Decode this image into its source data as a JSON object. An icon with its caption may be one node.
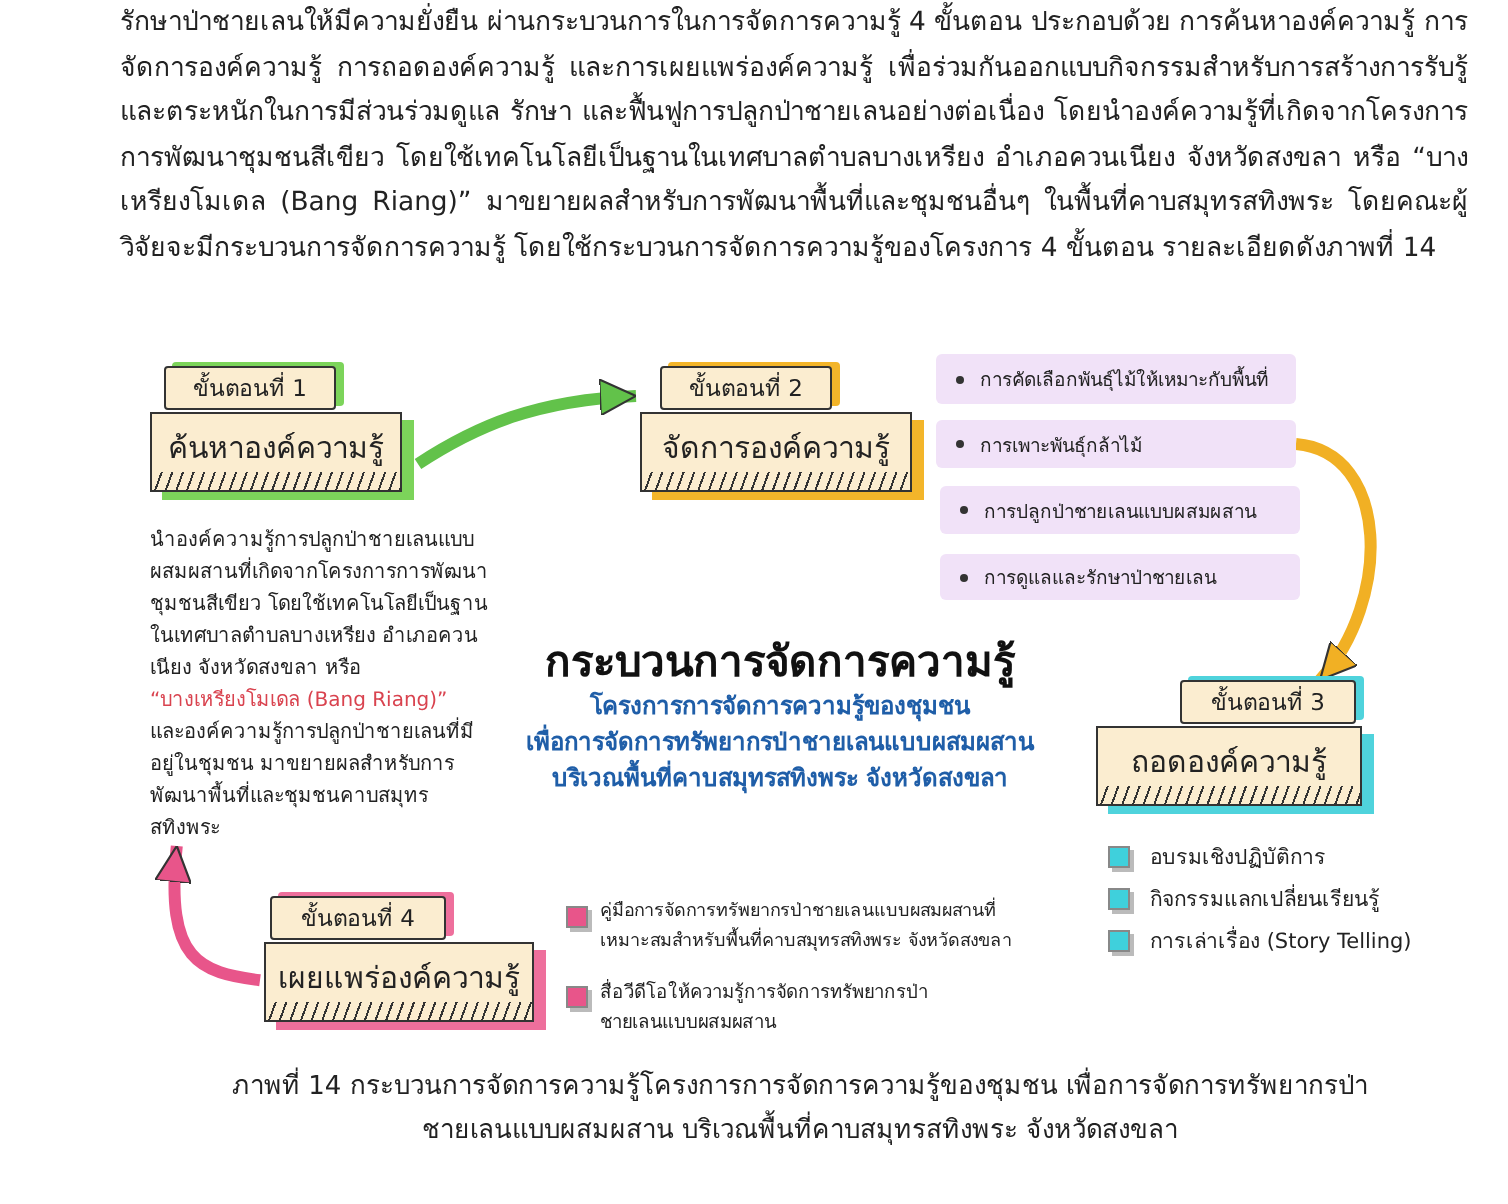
{
  "diagram": {
    "title": "กระบวนการจัดการความรู้",
    "caption": "ภาพที่ 14 กระบวนการจัดการความรู้โครงการการจัดการความรู้ของชุมชน เพื่อการจัดการทรัพยากรป่าชายเลนแบบผสมผสาน บริเวณพื้นที่คาบสมุทรสทิงพระ จังหวัดสงขลา",
    "nodes": [
      {
        "text": [
          "ขั้นตอนที่ 1",
          "ค้นหาองค์ความรู้"
        ],
        "beside": [
          "นำองค์ความรู้การปลูกป่าชายเลนแบบผสมผสานที่เกิดจากโครงการการพัฒนาชุมชนสีเขียว โดยใช้เทคโนโลยีเป็นฐานในเทศบาลตำบลบางเหรียง อำเภอควนเนียง จังหวัดสงขลา หรือ",
          "“บางเหรียงโมเดล (Bang Riang)”",
          "และองค์ความรู้การปลูกป่าชายเลนที่มีอยู่ในชุมชน มาขยายผลสำหรับการพัฒนาพื้นที่และชุมชนคาบสมุทรสทิงพระ"
        ]
      },
      {
        "text": [
          "ขั้นตอนที่ 2",
          "จัดการองค์ความรู้"
        ]
      },
      {
        "text": [
          "การคัดเลือกพันธุ์ไม้ให้เหมาะกับพื้นที่"
        ]
      },
      {
        "text": [
          "การเพาะพันธุ์กล้าไม้"
        ]
      },
      {
        "text": [
          "การปลูกป่าชายเลนแบบผสมผสาน"
        ]
      },
      {
        "text": [
          "การดูแลและรักษาป่าชายเลน"
        ]
      },
      {
        "text": [
          "ขั้นตอนที่ 3",
          "ถอดองค์ความรู้"
        ]
      },
      {
        "text": [
          "ขั้นตอนที่ 4",
          "เผยแพร่องค์ความรู้"
        ]
      }
    ],
    "edges": [
      {
        "from": 0,
        "to": 1,
        "arrow": "to",
        "color": "#62c24a"
      },
      {
        "from": 3,
        "to": 6,
        "arrow": "to",
        "color": "#f1b024"
      },
      {
        "from": 7,
        "to": 0,
        "arrow": "to",
        "color": "#e8558a"
      }
    ],
    "labels": [
      "รักษาป่าชายเลนให้มีความยั่งยืน ผ่านกระบวนการในการจัดการความรู้ 4 ขั้นตอน ประกอบด้วย การค้นหาองค์ความรู้ การจัดการองค์ความรู้ การถอดองค์ความรู้ และการเผยแพร่องค์ความรู้ เพื่อร่วมกันออกแบบกิจกรรมสำหรับการสร้างการรับรู้และตระหนักในการมีส่วนร่วมดูแล รักษา และฟื้นฟูการปลูกป่าชายเลนอย่างต่อเนื่อง โดยนำองค์ความรู้ที่เกิดจากโครงการการพัฒนาชุมชนสีเขียว โดยใช้เทคโนโลยีเป็นฐานในเทศบาลตำบลบางเหรียง อำเภอควนเนียง จังหวัดสงขลา หรือ “บางเหรียงโมเดล (Bang Riang)” มาขยายผลสำหรับการพัฒนาพื้นที่และชุมชนอื่นๆ ในพื้นที่คาบสมุทรสทิงพระ โดยคณะผู้วิจัยจะมีกระบวนการจัดการความรู้ โดยใช้กระบวนการจัดการความรู้ของโครงการ 4 ขั้นตอน รายละเอียดดังภาพที่ 14",
      "โครงการการจัดการความรู้ของชุมชน",
      "เพื่อการจัดการทรัพยากรป่าชายเลนแบบผสมผสาน",
      "บริเวณพื้นที่คาบสมุทรสทิงพระ จังหวัดสงขลา",
      "อบรมเชิงปฏิบัติการ",
      "กิจกรรมแลกเปลี่ยนเรียนรู้",
      "การเล่าเรื่อง (Story Telling)",
      "คู่มือการจัดการทรัพยากรป่าชายเลนแบบผสมผสานที่เหมาะสมสำหรับพื้นที่คาบสมุทรสทิงพระ จังหวัดสงขลา",
      "สื่อวีดีโอให้ความรู้การจัดการทรัพยากรป่าชายเลนแบบผสมผสาน"
    ]
  }
}
